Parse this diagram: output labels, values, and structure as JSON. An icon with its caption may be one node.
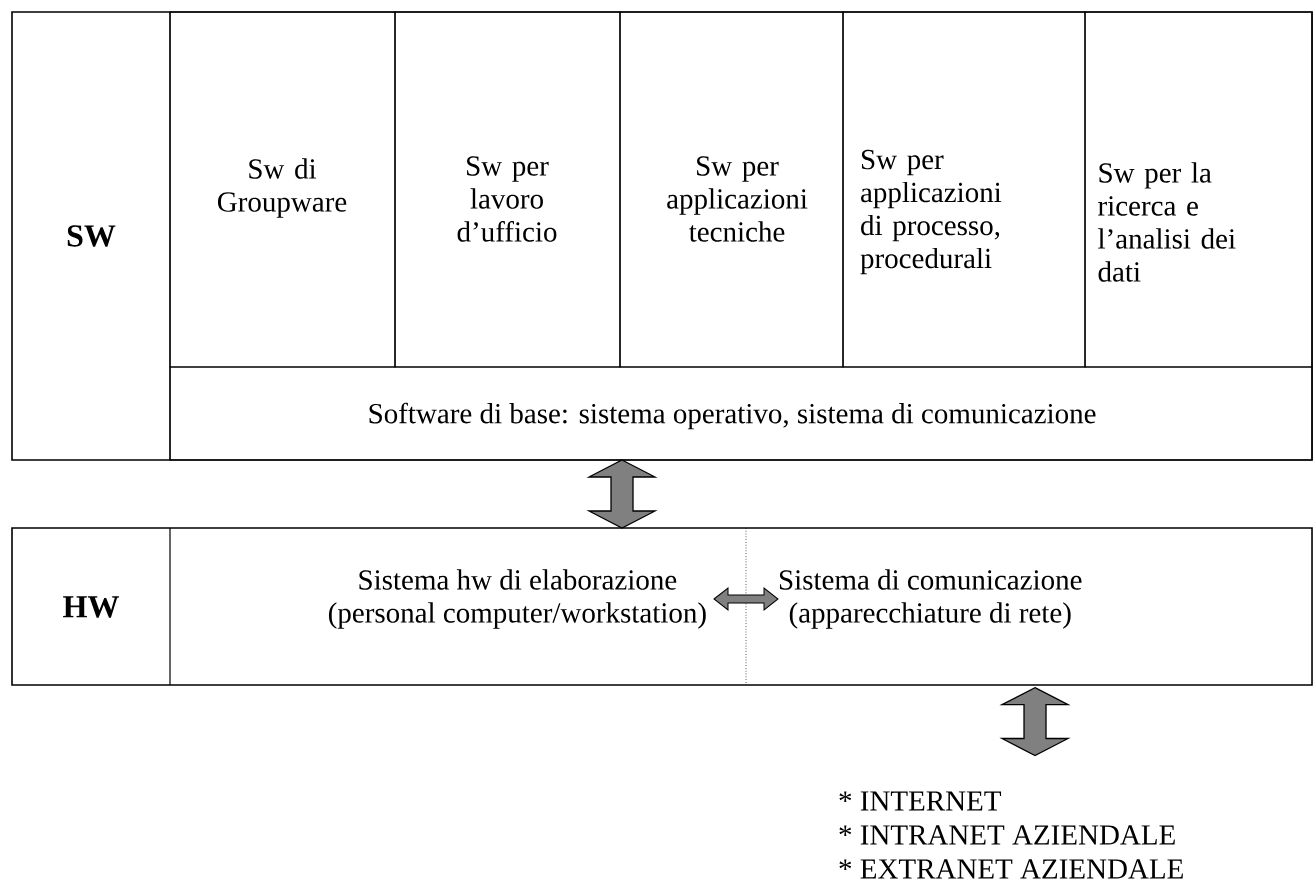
{
  "diagram": {
    "nodes": [
      {
        "text": [
          "SW"
        ]
      },
      {
        "text": [
          "Sw di Groupware"
        ],
        "in": 0
      },
      {
        "text": [
          "Sw per lavoro d’ufficio"
        ],
        "in": 0
      },
      {
        "text": [
          "Sw per applicazioni tecniche"
        ],
        "in": 0
      },
      {
        "text": [
          "Sw per applicazioni di processo, procedurali"
        ],
        "in": 0
      },
      {
        "text": [
          "Sw per la ricerca e l’analisi dei dati"
        ],
        "in": 0
      },
      {
        "text": [
          "Software di base: sistema operativo, sistema di comunicazione"
        ],
        "in": 0
      },
      {
        "text": [
          "HW"
        ]
      },
      {
        "text": [
          "Sistema hw di elaborazione",
          "(personal computer/workstation)"
        ],
        "in": 7
      },
      {
        "text": [
          "Sistema di comunicazione",
          "(apparecchiature di rete)"
        ],
        "in": 7
      },
      {
        "text": [
          "* INTERNET",
          "* INTRANET AZIENDALE",
          "* EXTRANET AZIENDALE"
        ]
      }
    ],
    "edges": [
      {
        "from": 0,
        "to": 7,
        "arrow": "both",
        "style": "thick"
      },
      {
        "from": 8,
        "to": 9,
        "arrow": "both"
      },
      {
        "from": 9,
        "to": 10,
        "arrow": "both",
        "style": "thick"
      }
    ]
  }
}
